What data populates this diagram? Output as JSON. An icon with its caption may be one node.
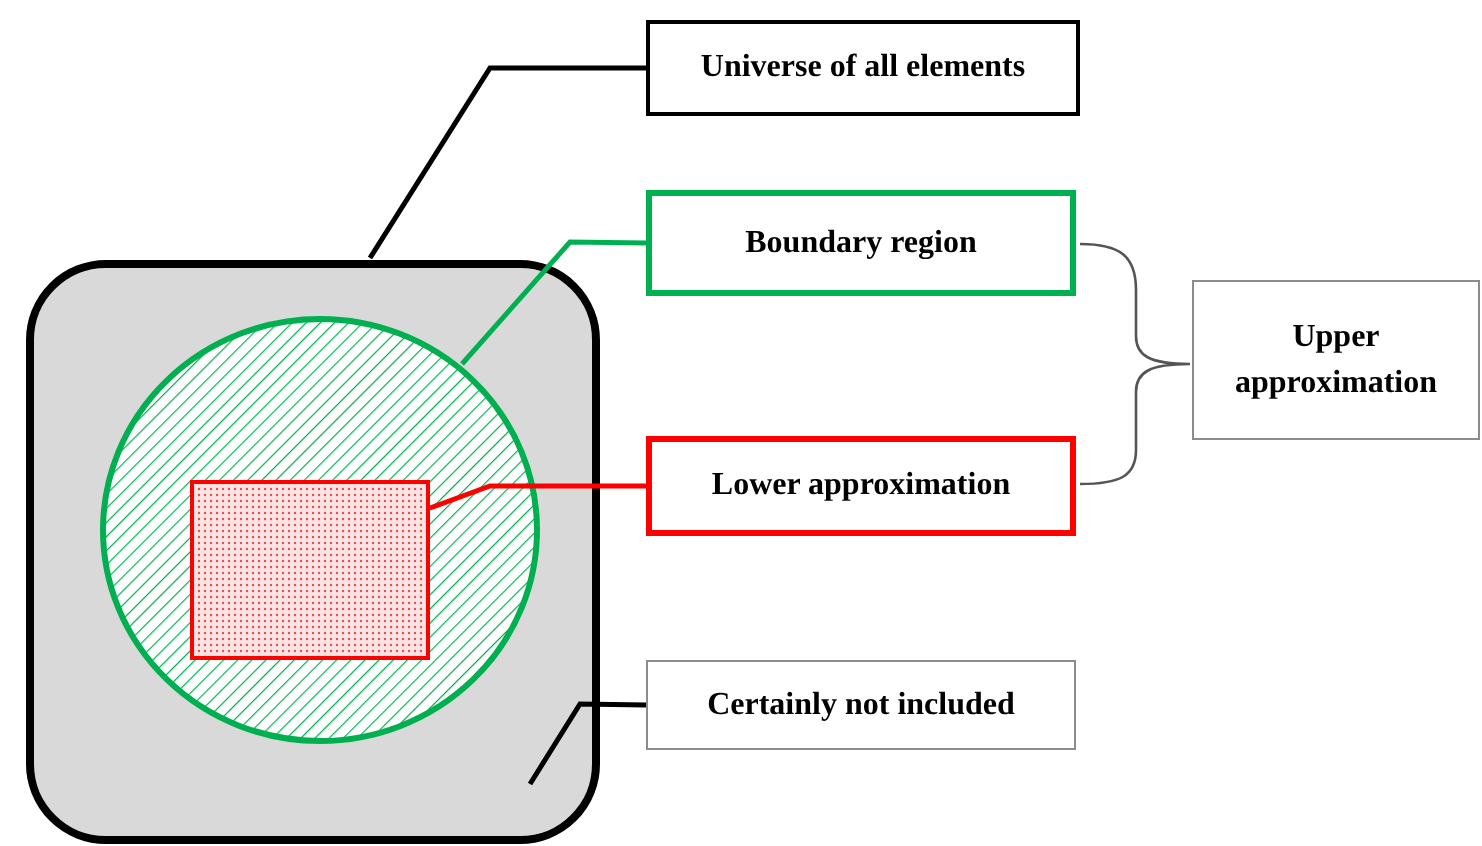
{
  "diagram": {
    "nodes": [
      {
        "text": [
          "Universe of all elements"
        ]
      },
      {
        "text": [],
        "shape": "box"
      },
      {
        "text": [],
        "shape": "circle",
        "in": 1
      },
      {
        "text": [],
        "shape": "box",
        "in": 2
      },
      {
        "text": [
          "Boundary region"
        ]
      },
      {
        "text": [
          "Upper approximation"
        ]
      },
      {
        "text": [
          "Lower approximation"
        ]
      },
      {
        "text": [
          "Certainly not included"
        ]
      }
    ],
    "edges": [
      {
        "from": 0,
        "to": 1,
        "arrow": "none"
      },
      {
        "from": 4,
        "to": 2,
        "arrow": "none",
        "color": "#00b050"
      },
      {
        "from": 6,
        "to": 3,
        "arrow": "none",
        "color": "#ff0000"
      },
      {
        "from": 7,
        "to": 1,
        "arrow": "none"
      }
    ]
  }
}
